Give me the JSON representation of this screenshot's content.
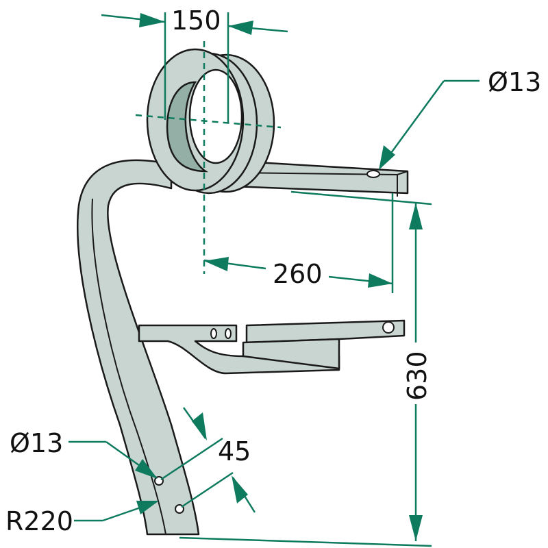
{
  "labels": {
    "coil_width": "150",
    "hole_diameter_top": "Ø13",
    "offset": "260",
    "height": "630",
    "hole_diameter_bottom": "Ø13",
    "hole_spacing": "45",
    "radius": "R220"
  },
  "colors": {
    "dimension": "#0e7a5e",
    "part": "#c9d5d1",
    "part_shadow": "#93afa6"
  }
}
